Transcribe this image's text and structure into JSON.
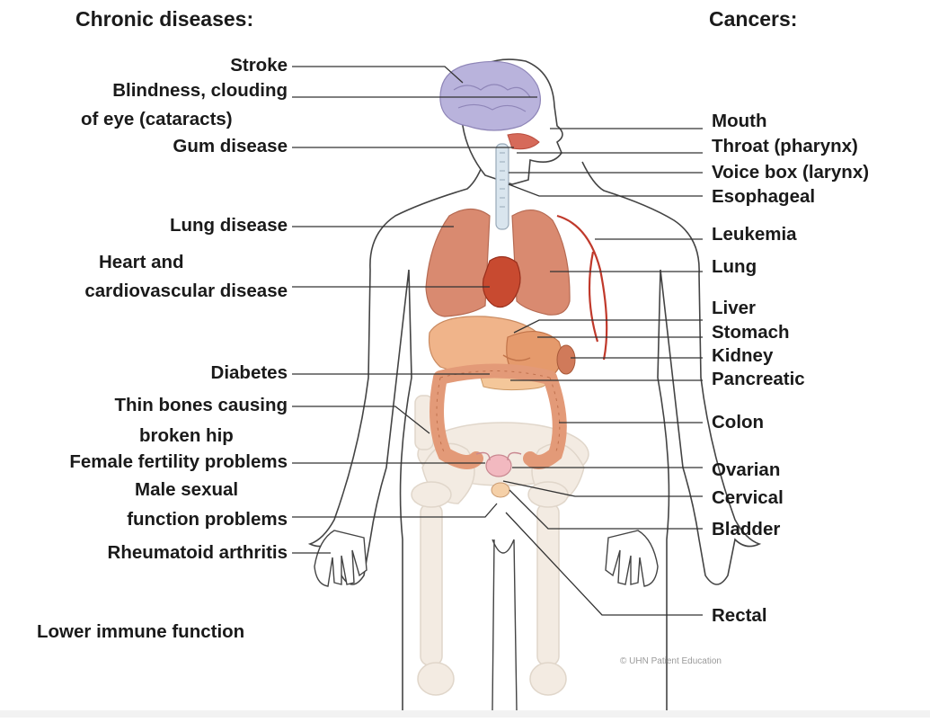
{
  "headers": {
    "chronic": "Chronic diseases:",
    "cancers": "Cancers:"
  },
  "chronic": {
    "stroke": "Stroke",
    "blindness_1": "Blindness, clouding",
    "blindness_2": "of eye (cataracts)",
    "gum": "Gum disease",
    "lung": "Lung disease",
    "heart_1": "Heart and",
    "heart_2": "cardiovascular disease",
    "diabetes": "Diabetes",
    "bones_1": "Thin bones causing",
    "bones_2": "broken hip",
    "fertility": "Female fertility problems",
    "male_1": "Male sexual",
    "male_2": "function problems",
    "rheumatoid": "Rheumatoid arthritis",
    "immune": "Lower immune function"
  },
  "cancers": {
    "mouth": "Mouth",
    "throat": "Throat (pharynx)",
    "voicebox": "Voice box (larynx)",
    "esophageal": "Esophageal",
    "leukemia": "Leukemia",
    "lung": "Lung",
    "liver": "Liver",
    "stomach": "Stomach",
    "kidney": "Kidney",
    "pancreatic": "Pancreatic",
    "colon": "Colon",
    "ovarian": "Ovarian",
    "cervical": "Cervical",
    "bladder": "Bladder",
    "rectal": "Rectal"
  },
  "copyright": "© UHN Patient Education",
  "colors": {
    "brain": "#b9b3dc",
    "lungs": "#d98a70",
    "heart": "#c84a30",
    "liver": "#f0b48a",
    "colon": "#e39a78",
    "bone": "#f3ebe2",
    "outline": "#444444",
    "leader": "#333333"
  }
}
